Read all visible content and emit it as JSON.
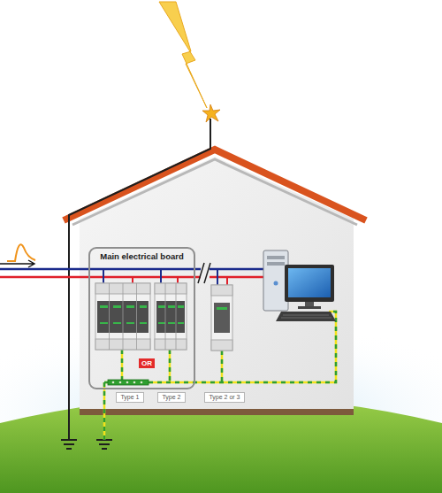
{
  "diagram": {
    "nodes": [
      {
        "text": [
          "Main electrical board"
        ]
      },
      {
        "text": [
          "OR"
        ],
        "in": 0
      },
      {
        "text": [
          "Type 1"
        ]
      },
      {
        "text": [
          "Type 2"
        ]
      },
      {
        "text": [
          "Type 2 or 3"
        ]
      }
    ]
  }
}
